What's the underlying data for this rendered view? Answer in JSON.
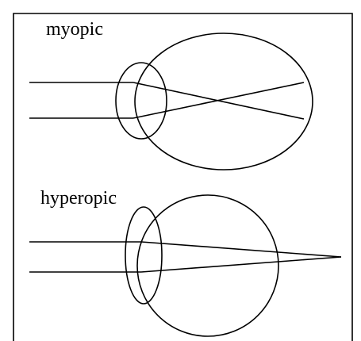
{
  "diagram": {
    "panels": [
      {
        "id": "myopic",
        "label": "myopic"
      },
      {
        "id": "hyperopic",
        "label": "hyperopic"
      }
    ]
  }
}
